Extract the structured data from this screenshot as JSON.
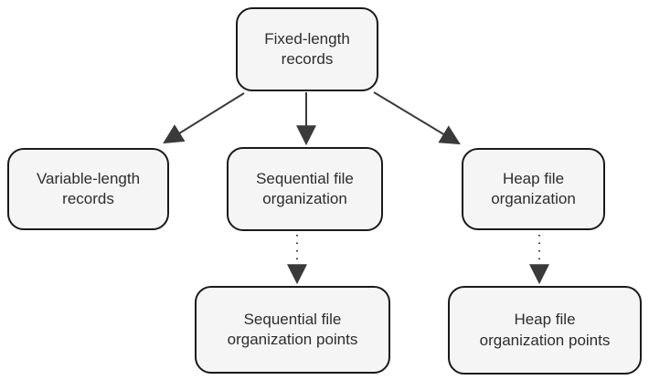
{
  "diagram": {
    "type": "flowchart",
    "background_color": "#ffffff",
    "node_fill_color": "#f5f5f5",
    "node_border_color": "#1a1a1a",
    "arrow_color": "#3a3a3a",
    "text_color": "#2d2d2d",
    "nodes": [
      {
        "id": "fixed",
        "label": "Fixed-length\nrecords"
      },
      {
        "id": "variable",
        "label": "Variable-length\nrecords"
      },
      {
        "id": "seq",
        "label": "Sequential file\norganization"
      },
      {
        "id": "heap",
        "label": "Heap file\norganization"
      },
      {
        "id": "seqpts",
        "label": "Sequential file\norganization points"
      },
      {
        "id": "heappts",
        "label": "Heap file\norganization points"
      }
    ],
    "edges": [
      {
        "from": "Fixed-length records",
        "to": "Variable-length records",
        "style": "solid",
        "arrowhead": "filled-triangle"
      },
      {
        "from": "Fixed-length records",
        "to": "Sequential file organization",
        "style": "solid",
        "arrowhead": "filled-triangle"
      },
      {
        "from": "Fixed-length records",
        "to": "Heap file organization",
        "style": "solid",
        "arrowhead": "filled-triangle"
      },
      {
        "from": "Sequential file organization",
        "to": "Sequential file organization points",
        "style": "dotted",
        "arrowhead": "filled-triangle"
      },
      {
        "from": "Heap file organization",
        "to": "Heap file organization points",
        "style": "dotted",
        "arrowhead": "filled-triangle"
      }
    ]
  }
}
